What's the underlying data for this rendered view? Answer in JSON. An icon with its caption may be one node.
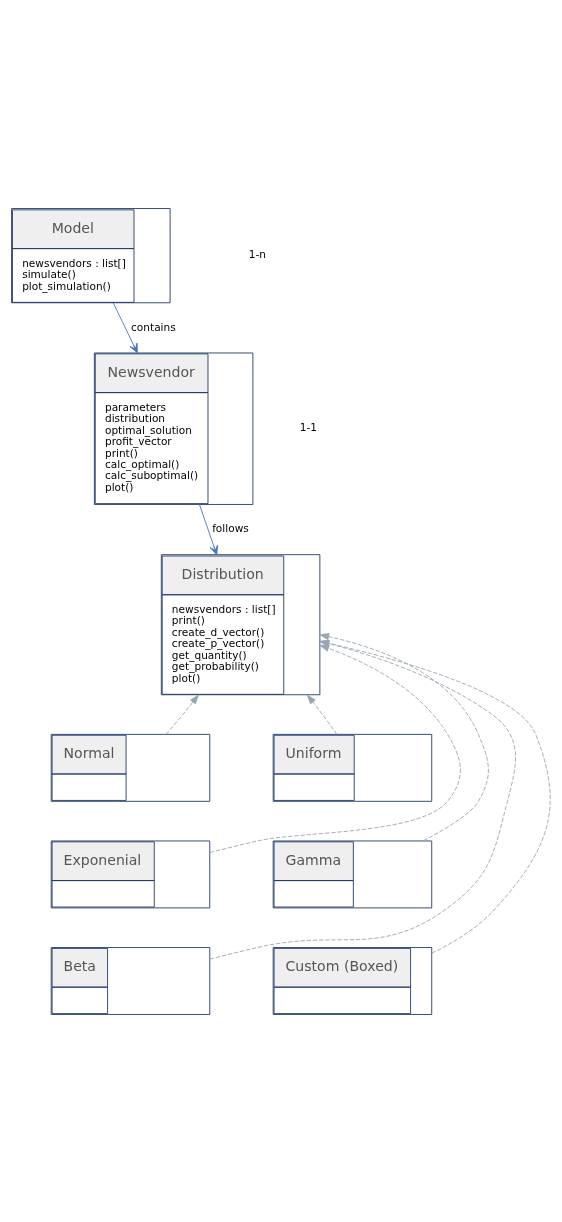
{
  "diagram": {
    "nodes": [
      {
        "text": [
          "Model",
          "newsvendors : list[]",
          "simulate()",
          "plot_simulation()"
        ]
      },
      {
        "text": [
          "Newsvendor",
          "parameters",
          "distribution",
          "optimal_solution",
          "profit_vector",
          "print()",
          "calc_optimal()",
          "calc_suboptimal()",
          "plot()"
        ]
      },
      {
        "text": [
          "Distribution",
          "newsvendors : list[]",
          "print()",
          "create_d_vector()",
          "create_p_vector()",
          "get_quantity()",
          "get_probability()",
          "plot()"
        ]
      },
      {
        "text": [
          "Normal"
        ]
      },
      {
        "text": [
          "Uniform"
        ]
      },
      {
        "text": [
          "Exponenial"
        ]
      },
      {
        "text": [
          "Gamma"
        ]
      },
      {
        "text": [
          "Beta"
        ]
      },
      {
        "text": [
          "Custom (Boxed)"
        ]
      }
    ],
    "edges": [
      {
        "from": 0,
        "to": 1,
        "arrow": "to",
        "label": "contains",
        "color": "#4472c4"
      },
      {
        "from": 1,
        "to": 2,
        "arrow": "to",
        "label": "follows",
        "color": "#4472c4"
      },
      {
        "from": 3,
        "to": 2,
        "arrow": "to",
        "style": "dashed"
      },
      {
        "from": 4,
        "to": 2,
        "arrow": "to",
        "style": "dashed"
      },
      {
        "from": 5,
        "to": 2,
        "arrow": "to",
        "style": "dashed"
      },
      {
        "from": 6,
        "to": 2,
        "arrow": "to",
        "style": "dashed"
      },
      {
        "from": 7,
        "to": 2,
        "arrow": "to",
        "style": "dashed"
      },
      {
        "from": 8,
        "to": 2,
        "arrow": "to",
        "style": "dashed"
      }
    ],
    "labels": [
      "1-n",
      "1-1"
    ]
  }
}
